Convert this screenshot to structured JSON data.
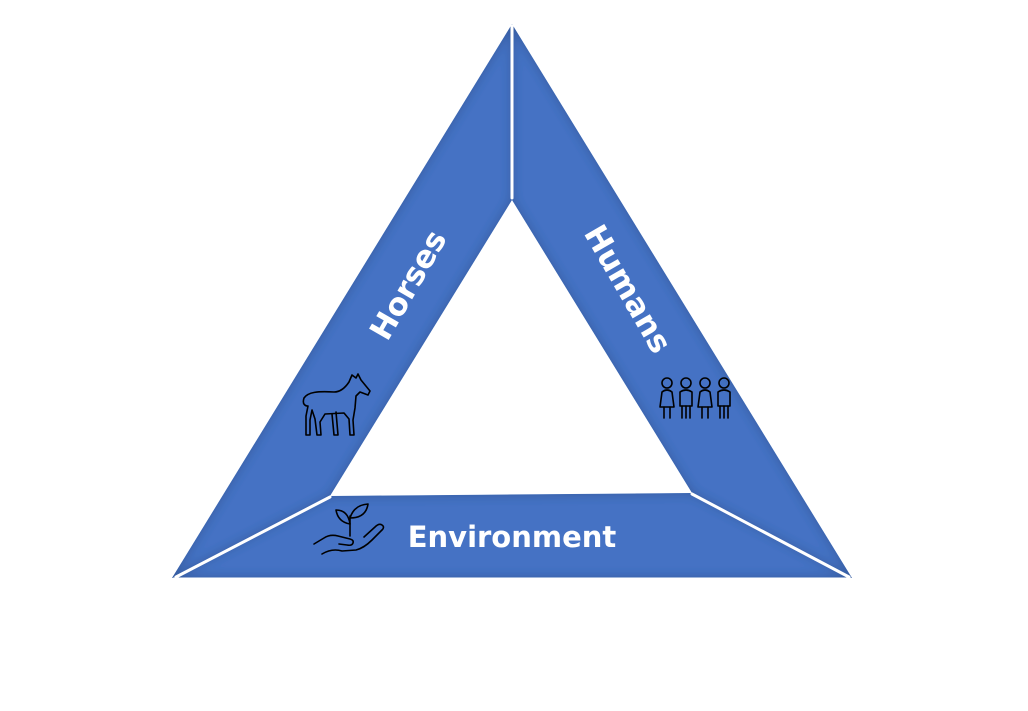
{
  "colors": {
    "segment": "#4472C4",
    "segment_shadow": "#2F5597",
    "label": "#FFFFFF",
    "seam": "#FFFFFF",
    "background": "#FFFFFF",
    "icon": "#000000"
  },
  "segments": {
    "left": {
      "label": "Horses",
      "icon": "horse-icon"
    },
    "right": {
      "label": "Humans",
      "icon": "people-group-icon"
    },
    "bottom": {
      "label": "Environment",
      "icon": "hand-plant-icon"
    }
  }
}
